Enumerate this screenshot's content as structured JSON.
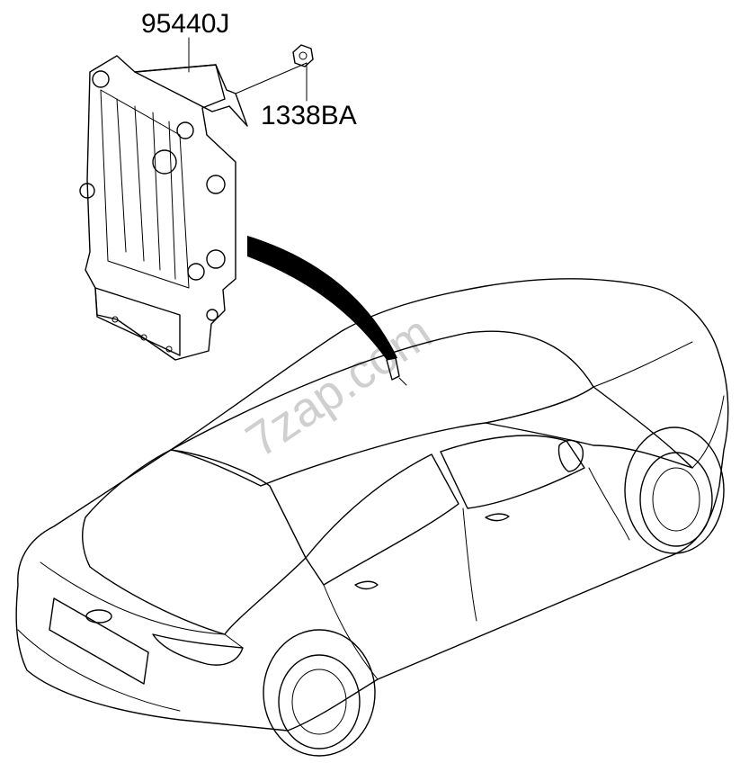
{
  "parts": [
    {
      "part_number": "95440J"
    },
    {
      "part_number": "1338BA"
    }
  ],
  "watermark": "7zap.com",
  "colors": {
    "line": "#000000",
    "watermark": "#cfcfcf",
    "background": "#ffffff"
  }
}
